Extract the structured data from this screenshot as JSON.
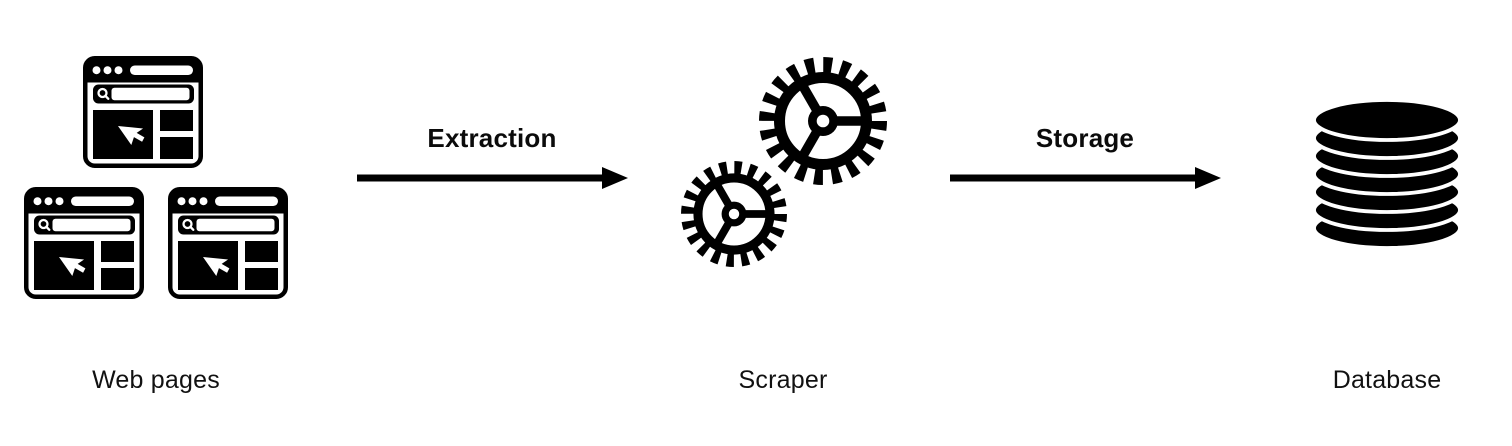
{
  "colors": {
    "background": "#ffffff",
    "ink": "#000000"
  },
  "nodes": [
    {
      "id": "web-pages",
      "label": "Web pages",
      "icon": "browser-windows-icon",
      "icon_count": 3
    },
    {
      "id": "scraper",
      "label": "Scraper",
      "icon": "gears-icon",
      "icon_count": 2
    },
    {
      "id": "database",
      "label": "Database",
      "icon": "database-icon",
      "icon_count": 1
    }
  ],
  "arrows": [
    {
      "id": "extraction",
      "label": "Extraction",
      "from": "web-pages",
      "to": "scraper"
    },
    {
      "id": "storage",
      "label": "Storage",
      "from": "scraper",
      "to": "database"
    }
  ]
}
